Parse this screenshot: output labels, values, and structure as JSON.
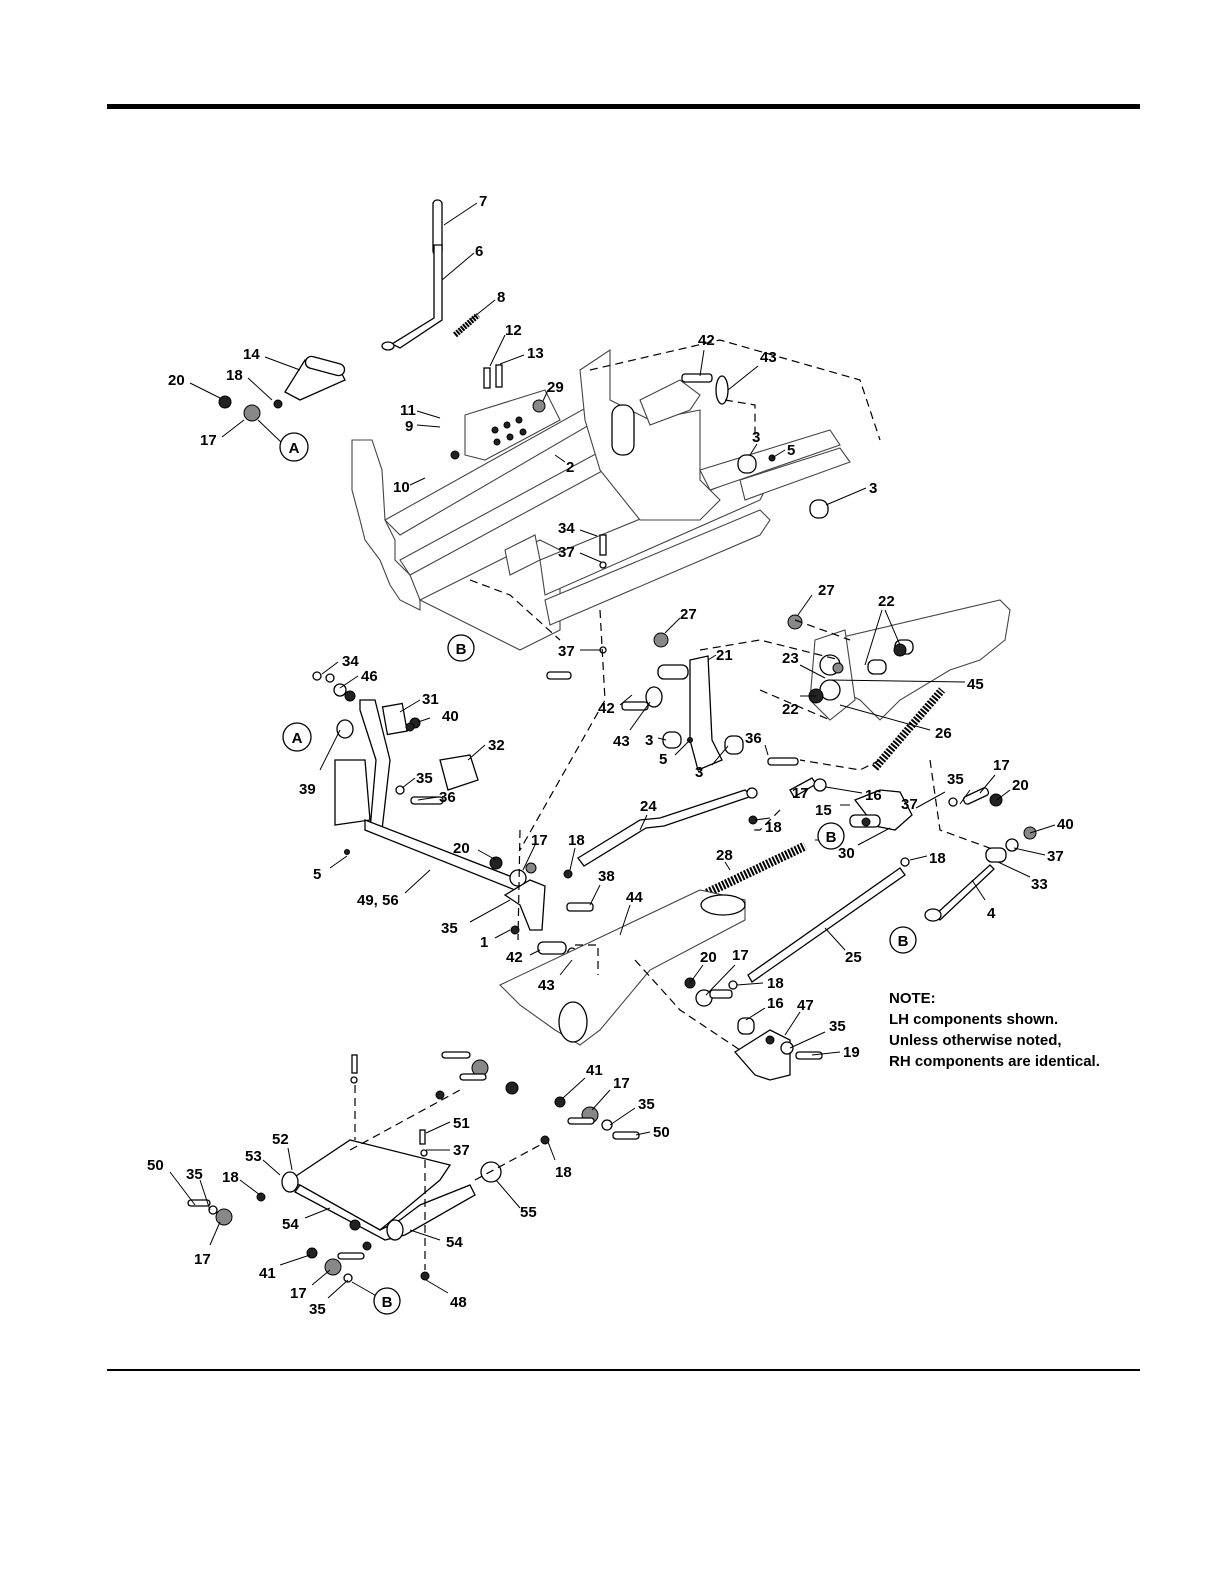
{
  "note": {
    "title": "NOTE:",
    "lines": [
      "LH components shown.",
      "Unless otherwise noted,",
      "RH components are identical."
    ]
  },
  "refs": [
    "A",
    "A",
    "B",
    "B",
    "B",
    "B"
  ],
  "callouts": [
    "7",
    "6",
    "8",
    "12",
    "13",
    "14",
    "20",
    "18",
    "17",
    "29",
    "11",
    "9",
    "10",
    "2",
    "42",
    "43",
    "3",
    "5",
    "3",
    "34",
    "37",
    "37",
    "27",
    "21",
    "27",
    "22",
    "23",
    "45",
    "22",
    "26",
    "42",
    "43",
    "3",
    "5",
    "3",
    "36",
    "16",
    "17",
    "15",
    "34",
    "46",
    "31",
    "40",
    "32",
    "39",
    "35",
    "36",
    "5",
    "49, 56",
    "24",
    "18",
    "20",
    "17",
    "18",
    "38",
    "35",
    "1",
    "44",
    "42",
    "43",
    "28",
    "30",
    "18",
    "35",
    "17",
    "20",
    "37",
    "40",
    "37",
    "33",
    "4",
    "25",
    "20",
    "17",
    "18",
    "16",
    "47",
    "35",
    "19",
    "41",
    "17",
    "35",
    "50",
    "51",
    "37",
    "18",
    "55",
    "54",
    "52",
    "53",
    "50",
    "35",
    "18",
    "17",
    "54",
    "41",
    "17",
    "35",
    "48"
  ]
}
